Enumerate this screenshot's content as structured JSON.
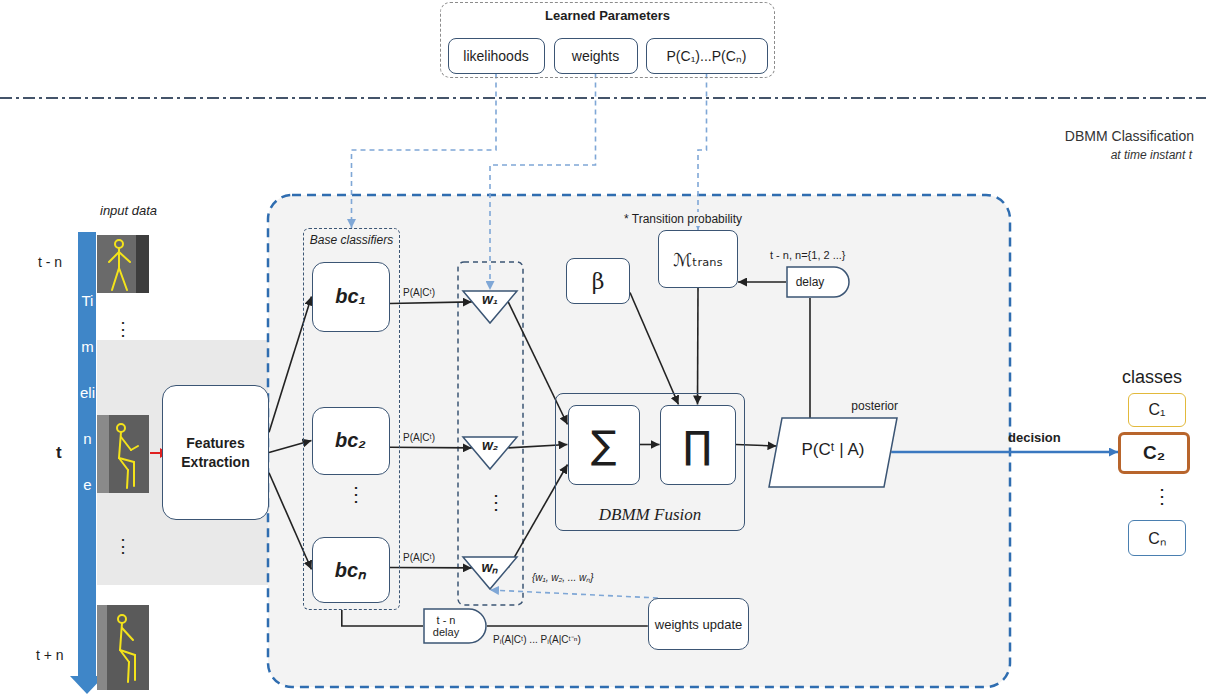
{
  "diagram": {
    "nodes": [
      {
        "text": [
          "Learned Parameters"
        ]
      },
      {
        "text": [
          "likelihoods"
        ],
        "in": 0
      },
      {
        "text": [
          "weights"
        ],
        "in": 0
      },
      {
        "text": [
          "P(C₁)...P(Cₙ)"
        ],
        "in": 0
      },
      {
        "text": [
          "Features Extraction"
        ]
      },
      {
        "text": [
          "Base classifiers"
        ]
      },
      {
        "text": [
          "bc₁"
        ],
        "in": 5
      },
      {
        "text": [
          "bc₂"
        ],
        "in": 5
      },
      {
        "text": [
          "bcₙ"
        ],
        "in": 5
      },
      {
        "text": [
          "w₁"
        ]
      },
      {
        "text": [
          "w₂"
        ]
      },
      {
        "text": [
          "wₙ"
        ]
      },
      {
        "text": [
          "β"
        ]
      },
      {
        "text": [
          "ℳₜᵣₐₙₛ"
        ]
      },
      {
        "text": [
          "DBMM Fusion"
        ]
      },
      {
        "text": [
          "∑"
        ],
        "in": 14
      },
      {
        "text": [
          "∏"
        ],
        "in": 14
      },
      {
        "text": [
          "delay"
        ]
      },
      {
        "text": [
          "posterior",
          "P(Cᵗ | A)"
        ]
      },
      {
        "text": [
          "C₁"
        ]
      },
      {
        "text": [
          "C₂"
        ]
      },
      {
        "text": [
          "Cₙ"
        ]
      },
      {
        "text": [
          "t - n delay"
        ]
      },
      {
        "text": [
          "weights update"
        ]
      }
    ],
    "edges": [
      {
        "from": 1,
        "to": 5,
        "arrow": "to"
      },
      {
        "from": 2,
        "to": 9,
        "arrow": "to"
      },
      {
        "from": 3,
        "to": 13,
        "arrow": "to"
      },
      {
        "from": 4,
        "to": 6,
        "arrow": "to"
      },
      {
        "from": 4,
        "to": 7,
        "arrow": "to"
      },
      {
        "from": 4,
        "to": 8,
        "arrow": "to"
      },
      {
        "from": 6,
        "to": 9,
        "label": "P(A|Cᵗ)",
        "arrow": "to"
      },
      {
        "from": 7,
        "to": 10,
        "label": "P(A|Cᵗ)",
        "arrow": "to"
      },
      {
        "from": 8,
        "to": 11,
        "label": "P(A|Cᵗ)",
        "arrow": "to"
      },
      {
        "from": 9,
        "to": 15,
        "arrow": "to"
      },
      {
        "from": 10,
        "to": 15,
        "arrow": "to"
      },
      {
        "from": 11,
        "to": 15,
        "arrow": "to"
      },
      {
        "from": 15,
        "to": 16,
        "arrow": "to"
      },
      {
        "from": 12,
        "to": 16,
        "arrow": "to"
      },
      {
        "from": 13,
        "to": 16,
        "arrow": "to"
      },
      {
        "from": 16,
        "to": 18,
        "arrow": "to"
      },
      {
        "from": 17,
        "to": 13,
        "arrow": "to"
      },
      {
        "from": 18,
        "to": 17,
        "arrow": "none"
      },
      {
        "from": 18,
        "to": 20,
        "label": "decision",
        "arrow": "to"
      },
      {
        "from": 5,
        "to": 22,
        "arrow": "none"
      },
      {
        "from": 22,
        "to": 23,
        "label": "Pᵢ(A|Cᵗ) ... Pᵢ(A|Cᵗ⁻ⁿ)",
        "arrow": "none"
      },
      {
        "from": 23,
        "to": 11,
        "label": "{w₁, w₂, ... wₙ}",
        "arrow": "to"
      }
    ],
    "labels": [
      "DBMM Classification",
      "at time instant t",
      "input data",
      "t - n",
      "⋮",
      "t",
      "⋮",
      "t + n",
      "Timeline",
      "⋮",
      "⋮",
      "* Transition probability",
      "t - n, n={1, 2 ...}",
      "classes",
      "⋮"
    ]
  }
}
